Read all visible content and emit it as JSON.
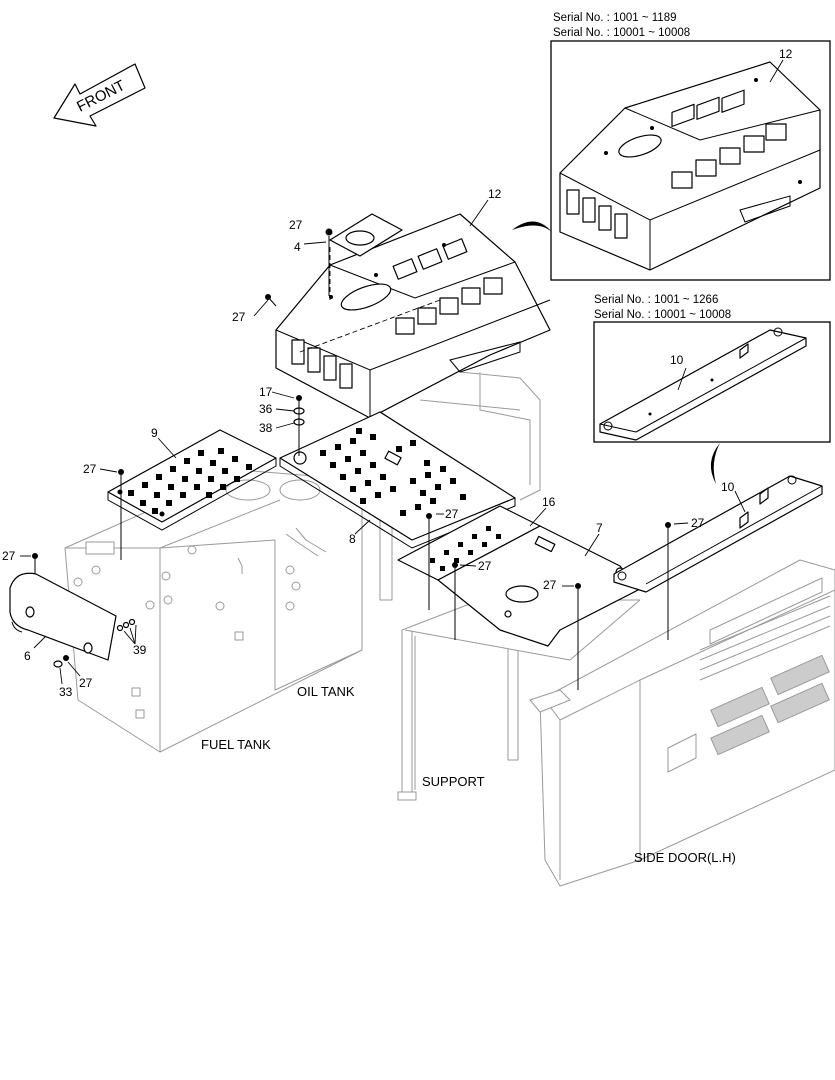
{
  "orientation": {
    "front_label": "FRONT"
  },
  "inset_cover": {
    "serial_line_1": "Serial No. : 1001 ~ 1189",
    "serial_line_2": "Serial No. : 10001 ~ 10008",
    "callout": "12"
  },
  "inset_bracket": {
    "serial_line_1": "Serial No. : 1001 ~ 1266",
    "serial_line_2": "Serial No. : 10001 ~ 10008",
    "callout": "10"
  },
  "callouts": {
    "c12": "12",
    "c4": "4",
    "c27a": "27",
    "c27b": "27",
    "c17": "17",
    "c36": "36",
    "c38": "38",
    "c9": "9",
    "c27c": "27",
    "c8": "8",
    "c16": "16",
    "c7": "7",
    "c27d": "27",
    "c27e": "27",
    "c27f": "27",
    "c10": "10",
    "c27g": "27",
    "c27h": "27",
    "c6": "6",
    "c39": "39",
    "c33": "33",
    "c27i": "27"
  },
  "labels": {
    "oil_tank": "OIL TANK",
    "fuel_tank": "FUEL TANK",
    "support": "SUPPORT",
    "side_door": "SIDE DOOR(L.H)"
  }
}
